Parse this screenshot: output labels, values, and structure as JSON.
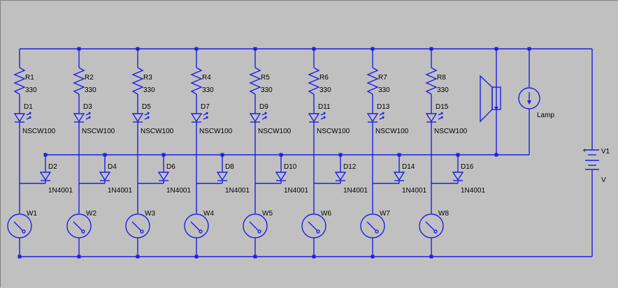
{
  "colors": {
    "wire": "#1e1ee6",
    "background": "#c0c0c0",
    "text": "#000000"
  },
  "channels": [
    {
      "resistor": "R1",
      "resistor_value": "330",
      "led": "D1",
      "led_part": "NSCW100",
      "diode": "D2",
      "diode_part": "1N4001",
      "lamp": "W1"
    },
    {
      "resistor": "R2",
      "resistor_value": "330",
      "led": "D3",
      "led_part": "NSCW100",
      "diode": "D4",
      "diode_part": "1N4001",
      "lamp": "W2"
    },
    {
      "resistor": "R3",
      "resistor_value": "330",
      "led": "D5",
      "led_part": "NSCW100",
      "diode": "D6",
      "diode_part": "1N4001",
      "lamp": "W3"
    },
    {
      "resistor": "R4",
      "resistor_value": "330",
      "led": "D7",
      "led_part": "NSCW100",
      "diode": "D8",
      "diode_part": "1N4001",
      "lamp": "W4"
    },
    {
      "resistor": "R5",
      "resistor_value": "330",
      "led": "D9",
      "led_part": "NSCW100",
      "diode": "D10",
      "diode_part": "1N4001",
      "lamp": "W5"
    },
    {
      "resistor": "R6",
      "resistor_value": "330",
      "led": "D11",
      "led_part": "NSCW100",
      "diode": "D12",
      "diode_part": "1N4001",
      "lamp": "W6"
    },
    {
      "resistor": "R7",
      "resistor_value": "330",
      "led": "D13",
      "led_part": "NSCW100",
      "diode": "D14",
      "diode_part": "1N4001",
      "lamp": "W7"
    },
    {
      "resistor": "R8",
      "resistor_value": "330",
      "led": "D15",
      "led_part": "NSCW100",
      "diode": "D16",
      "diode_part": "1N4001",
      "lamp": "W8"
    }
  ],
  "lamp_label": "Lamp",
  "battery": {
    "name": "V1",
    "value": "V",
    "plus": "+"
  }
}
